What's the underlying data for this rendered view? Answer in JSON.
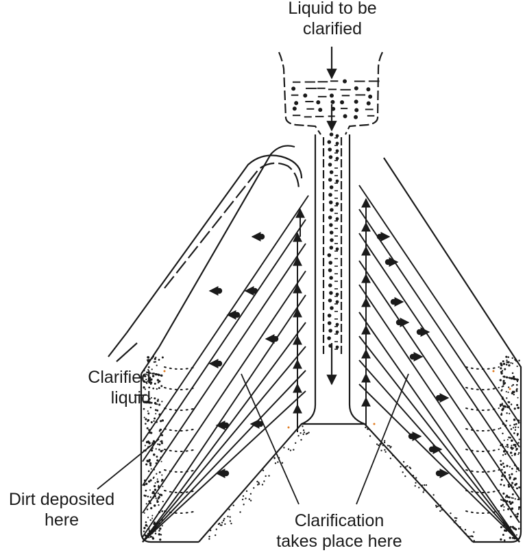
{
  "labels": {
    "liquid_in": [
      "Liquid to be",
      "clarified"
    ],
    "clarified_liquid": [
      "Clarified",
      "liquid"
    ],
    "dirt_deposited": [
      "Dirt deposited",
      "here"
    ],
    "clarification_zone": [
      "Clarification",
      "takes place here"
    ]
  },
  "colors": {
    "ink": "#1a1a1a",
    "background": "#ffffff",
    "speck": "#e07a20"
  }
}
